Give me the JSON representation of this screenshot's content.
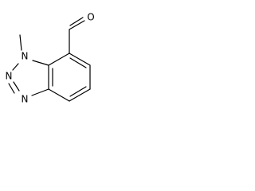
{
  "molecule": {
    "atoms": {
      "n1": "N",
      "n2": "N",
      "n3": "N",
      "o_aldehyde": "O"
    }
  }
}
